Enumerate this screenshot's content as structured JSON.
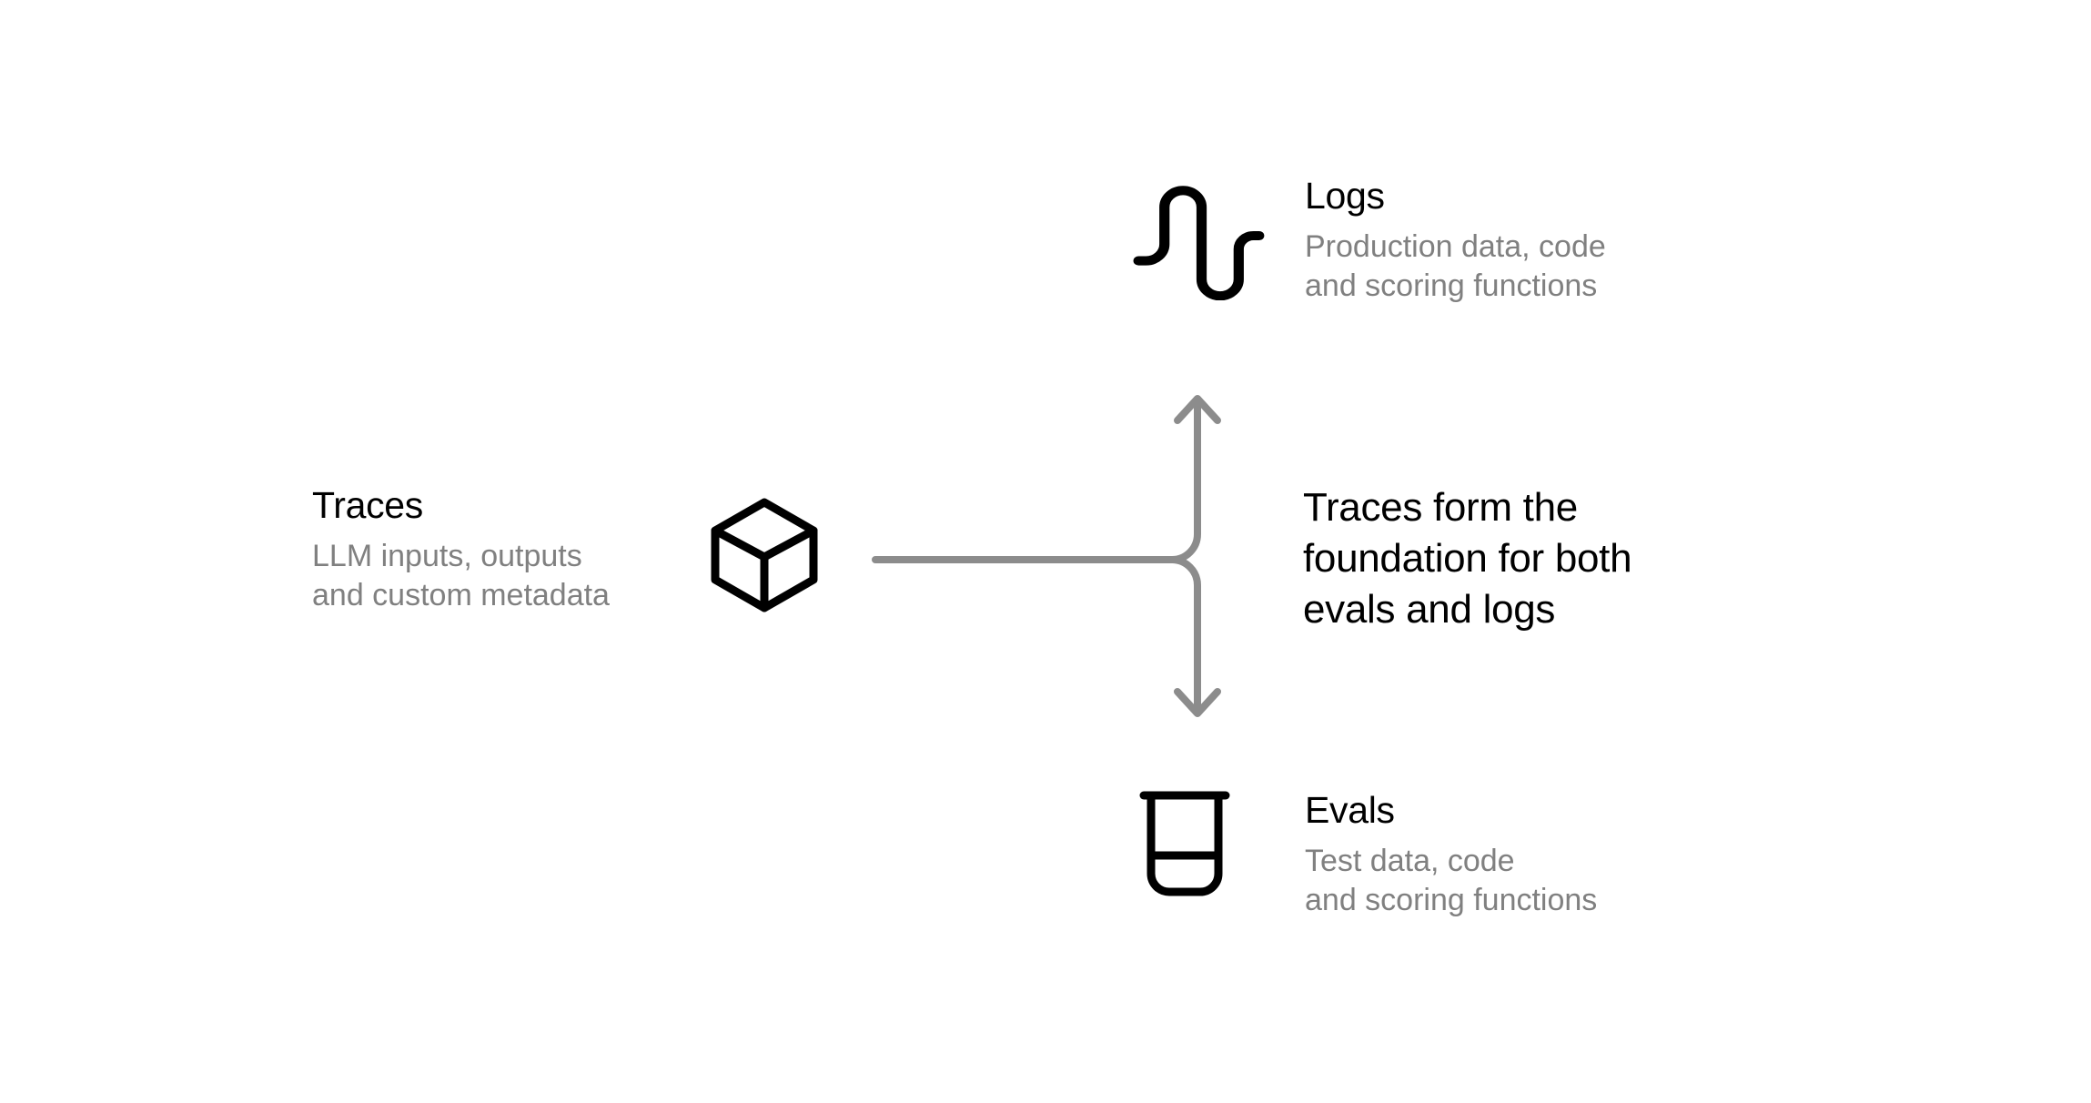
{
  "diagram": {
    "background_color": "#ffffff",
    "icon_color": "#000000",
    "connector_color": "#8c8c8c",
    "muted_text_color": "#808080",
    "headline": {
      "line1": "Traces form the",
      "line2": "foundation for both",
      "line3": "evals and logs"
    },
    "nodes": {
      "logs": {
        "icon": "waveform-icon",
        "title": "Logs",
        "desc_line1": "Production data, code",
        "desc_line2": "and scoring functions"
      },
      "traces": {
        "icon": "cube-icon",
        "title": "Traces",
        "desc_line1": "LLM inputs, outputs",
        "desc_line2": "and custom metadata"
      },
      "evals": {
        "icon": "beaker-icon",
        "title": "Evals",
        "desc_line1": "Test data, code",
        "desc_line2": "and scoring functions"
      }
    },
    "connector": {
      "type": "split-arrow",
      "from": "traces",
      "to_up": "logs",
      "to_down": "evals",
      "arrowhead_up": "arrow-up-icon",
      "arrowhead_down": "arrow-down-icon"
    }
  }
}
